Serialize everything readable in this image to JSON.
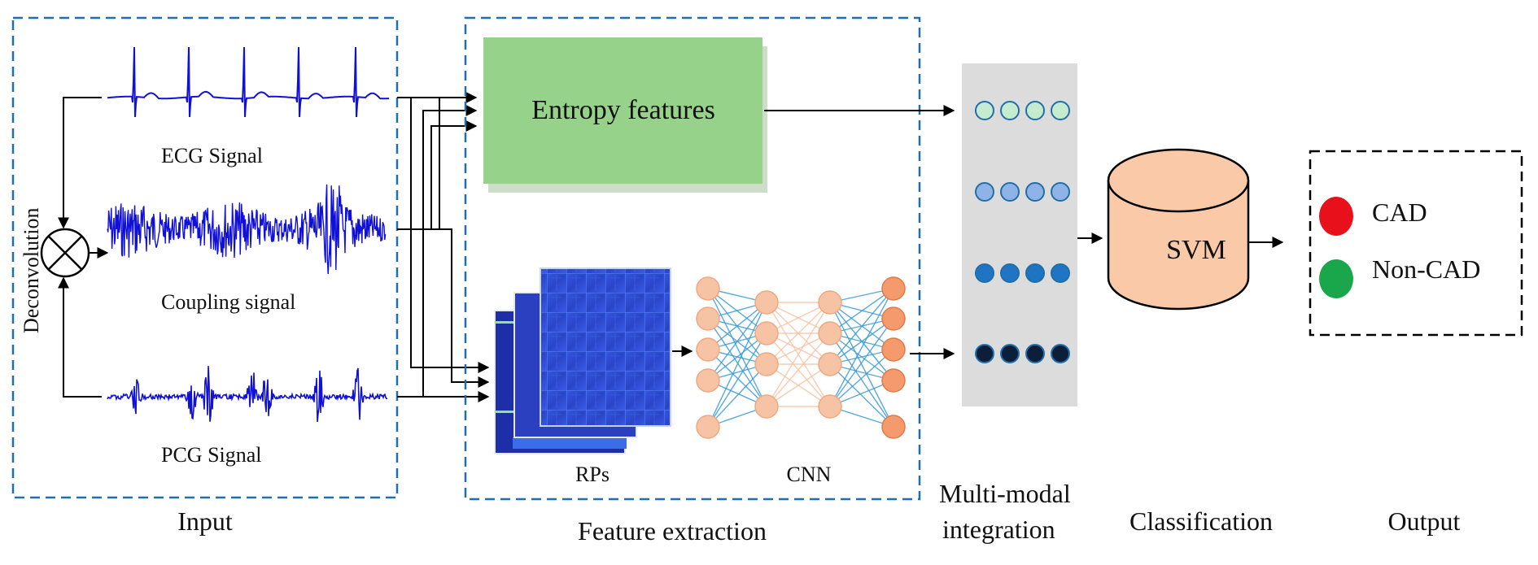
{
  "input": {
    "ecg_label": "ECG Signal",
    "coupling_label": "Coupling signal",
    "pcg_label": "PCG Signal",
    "deconvolution_label": "Deconvolution",
    "stage_label": "Input"
  },
  "feature_extraction": {
    "entropy_label": "Entropy features",
    "rps_label": "RPs",
    "cnn_label": "CNN",
    "stage_label": "Feature extraction"
  },
  "integration": {
    "stage_label_line1": "Multi-modal",
    "stage_label_line2": "integration"
  },
  "classification": {
    "svm_label": "SVM",
    "stage_label": "Classification"
  },
  "output": {
    "stage_label": "Output",
    "items": [
      {
        "label": "CAD",
        "color": "#e8101a"
      },
      {
        "label": "Non-CAD",
        "color": "#1aa64a"
      }
    ]
  },
  "colors": {
    "dashed_border": "#1f6fa8",
    "signal_blue": "#1010d8",
    "entropy_fill": "#96d28a",
    "integration_panel": "#dcdcdc",
    "svm_fill": "#f9c9a8",
    "rp_blue": "#2b4fd6",
    "cnn_node": "#f6c3a4",
    "cnn_edge_blue": "#3a9bd6",
    "node_row_fills": [
      "#c6ecd0",
      "#8fb3e6",
      "#1f74c4",
      "#0d1e3a"
    ]
  }
}
